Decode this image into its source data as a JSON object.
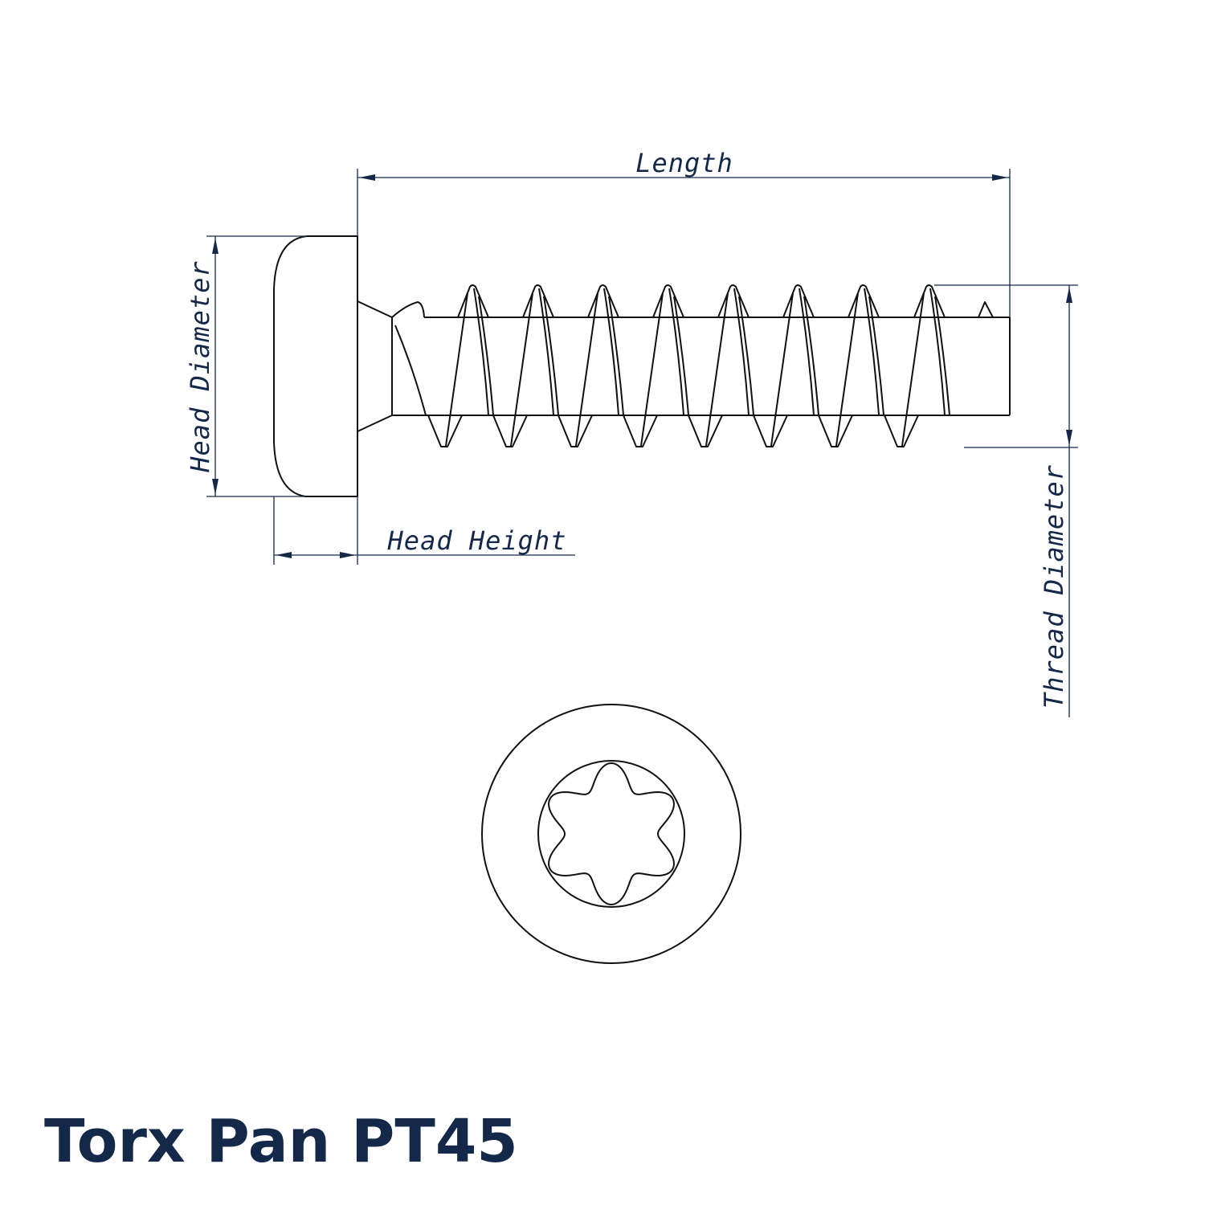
{
  "title": "Torx Pan PT45",
  "dimensions": {
    "length": "Length",
    "head_diameter": "Head Diameter",
    "head_height": "Head Height",
    "thread_diameter": "Thread Diameter"
  },
  "colors": {
    "annotation": "#14294a",
    "outline": "#111111"
  }
}
